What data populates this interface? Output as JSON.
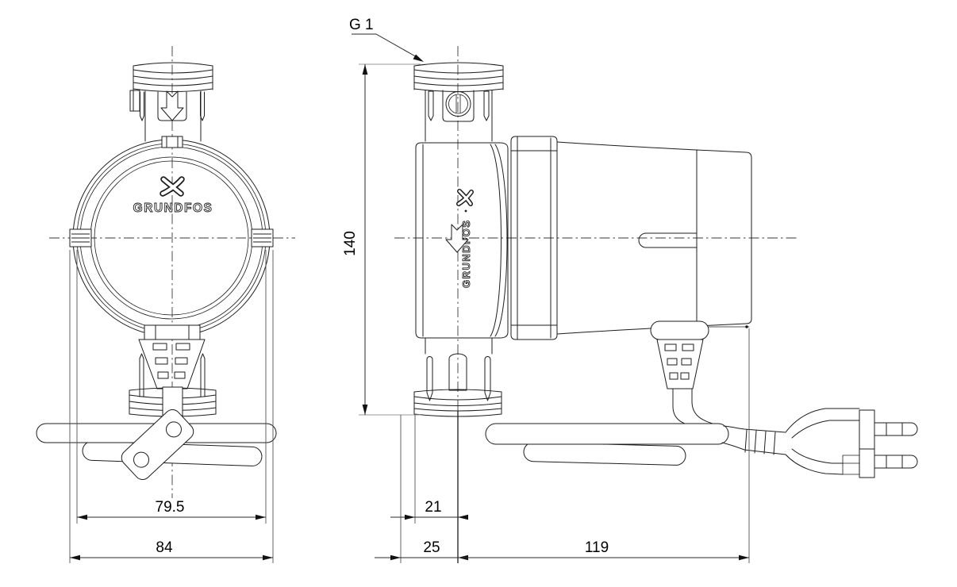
{
  "drawing": {
    "background": "#ffffff",
    "line_color": "#1d1d1d",
    "brand": "GRUNDFOS",
    "views": {
      "front": {
        "logo": "GRUNDFOS"
      },
      "side": {
        "logo": "GRUNDFOS"
      }
    },
    "labels": {
      "thread_size": "G 1"
    },
    "dimensions": {
      "height": "140",
      "width_inner": "79.5",
      "width_overall": "84",
      "offset_small": "21",
      "offset_large": "25",
      "length": "119"
    }
  }
}
